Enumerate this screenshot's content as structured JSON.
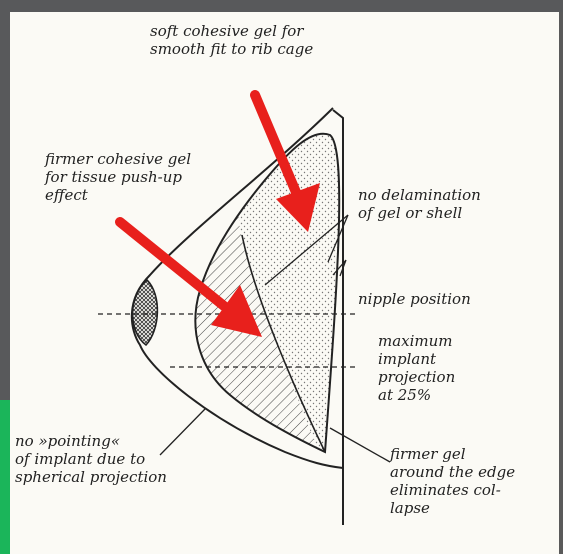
{
  "colors": {
    "paper": "#fbfaf5",
    "ink": "#222222",
    "arrow": "#e8201c",
    "accent_green": "#1bb55a",
    "frame": "#58595b"
  },
  "labels": {
    "soft_gel": "soft cohesive gel for\nsmooth fit to rib cage",
    "firmer_cohesive": "firmer cohesive gel\nfor tissue push-up\neffect",
    "no_delamination": "no delamination\nof gel or shell",
    "nipple_position": "nipple position",
    "max_projection": "maximum\nimplant\nprojection\nat 25%",
    "no_pointing": "no »pointing«\nof implant due to\nspherical projection",
    "firmer_edge": "firmer gel\naround the edge\neliminates col-\nlapse"
  }
}
